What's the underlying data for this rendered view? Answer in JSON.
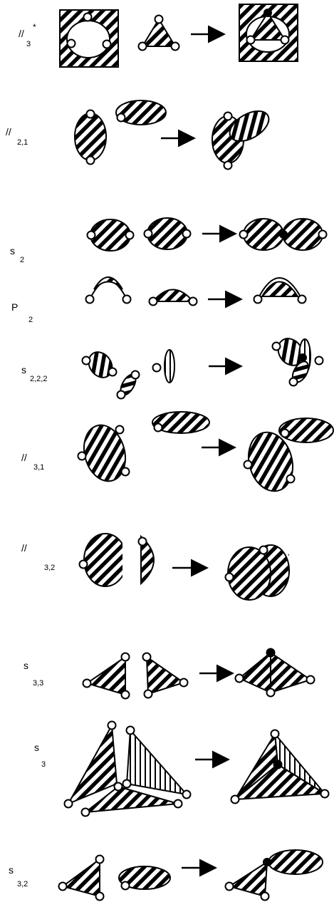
{
  "rows": [
    {
      "id": "r1",
      "label": "//",
      "sub": "3",
      "sup": "*"
    },
    {
      "id": "r2",
      "label": "//",
      "sub": "2,1",
      "sup": ""
    },
    {
      "id": "r3",
      "label": "s",
      "sub": "2",
      "sup": ""
    },
    {
      "id": "r4",
      "label": "P",
      "sub": "2",
      "sup": ""
    },
    {
      "id": "r5",
      "label": "s",
      "sub": "2,2,2",
      "sup": ""
    },
    {
      "id": "r6",
      "label": "//",
      "sub": "3,1",
      "sup": ""
    },
    {
      "id": "r7",
      "label": "//",
      "sub": "3,2",
      "sup": ""
    },
    {
      "id": "r8",
      "label": "s",
      "sub": "3,3",
      "sup": ""
    },
    {
      "id": "r9",
      "label": "s",
      "sub": "3",
      "sup": ""
    },
    {
      "id": "r10",
      "label": "s",
      "sub": "3,2",
      "sup": ""
    }
  ],
  "stray_mark": "'"
}
